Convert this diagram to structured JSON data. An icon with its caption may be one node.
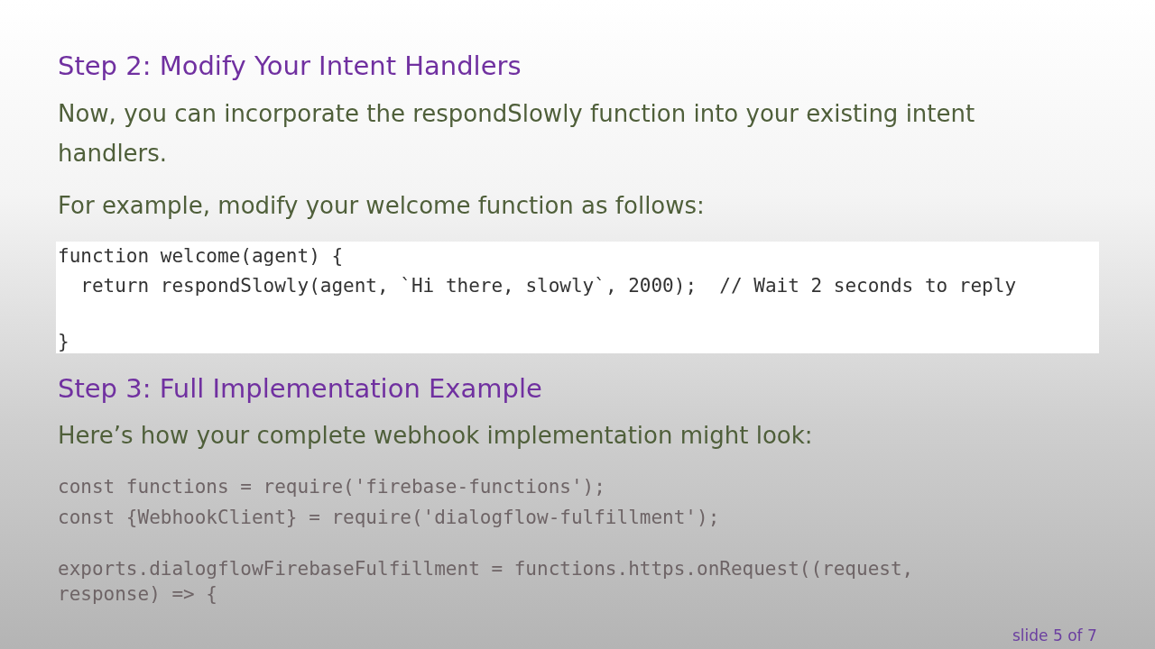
{
  "diagram": {
    "title": "Step 2: Modify Your Intent Handlers",
    "labels": [
      "Now, you can incorporate the respondSlowly function into your existing intent handlers.",
      "For example, modify your welcome function as follows:",
      "function welcome(agent) {",
      "  return respondSlowly(agent, `Hi there, slowly`, 2000);  // Wait 2 seconds to reply",
      "}",
      "Step 3: Full Implementation Example",
      "Here’s how your complete webhook implementation might look:",
      "const functions = require('firebase-functions');",
      "const {WebhookClient} = require('dialogflow-fulfillment');",
      "exports.dialogflowFirebaseFulfillment = functions.https.onRequest((request, response) => {",
      "slide 5 of 7"
    ]
  }
}
